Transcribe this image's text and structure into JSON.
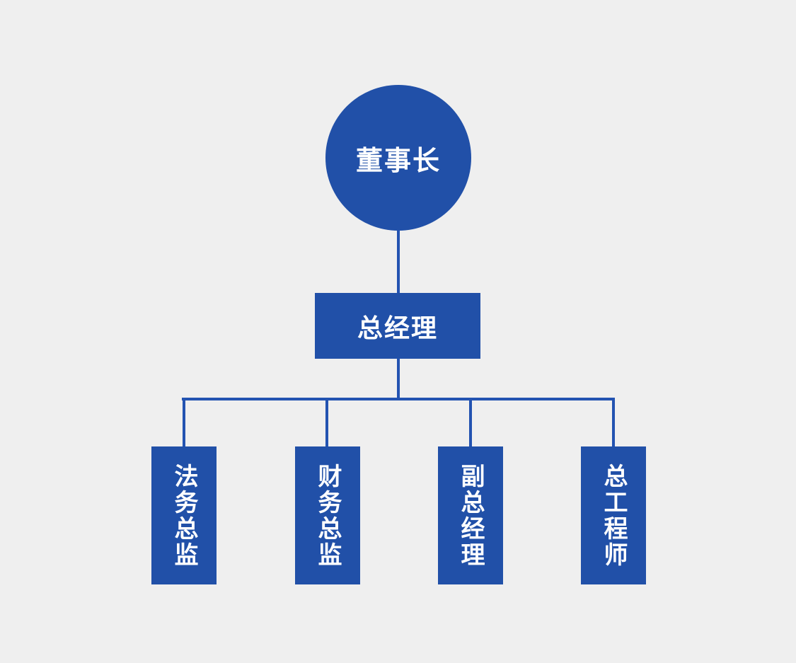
{
  "diagram": {
    "type": "org-chart",
    "colors": {
      "background": "#efefef",
      "node_fill": "#2150a8",
      "connector": "#2353b1",
      "text": "#ffffff"
    },
    "root": {
      "label": "董事长",
      "shape": "circle"
    },
    "level2": {
      "label": "总经理",
      "shape": "rectangle"
    },
    "children": [
      {
        "label": "法务总监",
        "shape": "rectangle",
        "text_direction": "vertical"
      },
      {
        "label": "财务总监",
        "shape": "rectangle",
        "text_direction": "vertical"
      },
      {
        "label": "副总经理",
        "shape": "rectangle",
        "text_direction": "vertical"
      },
      {
        "label": "总工程师",
        "shape": "rectangle",
        "text_direction": "vertical"
      }
    ]
  }
}
